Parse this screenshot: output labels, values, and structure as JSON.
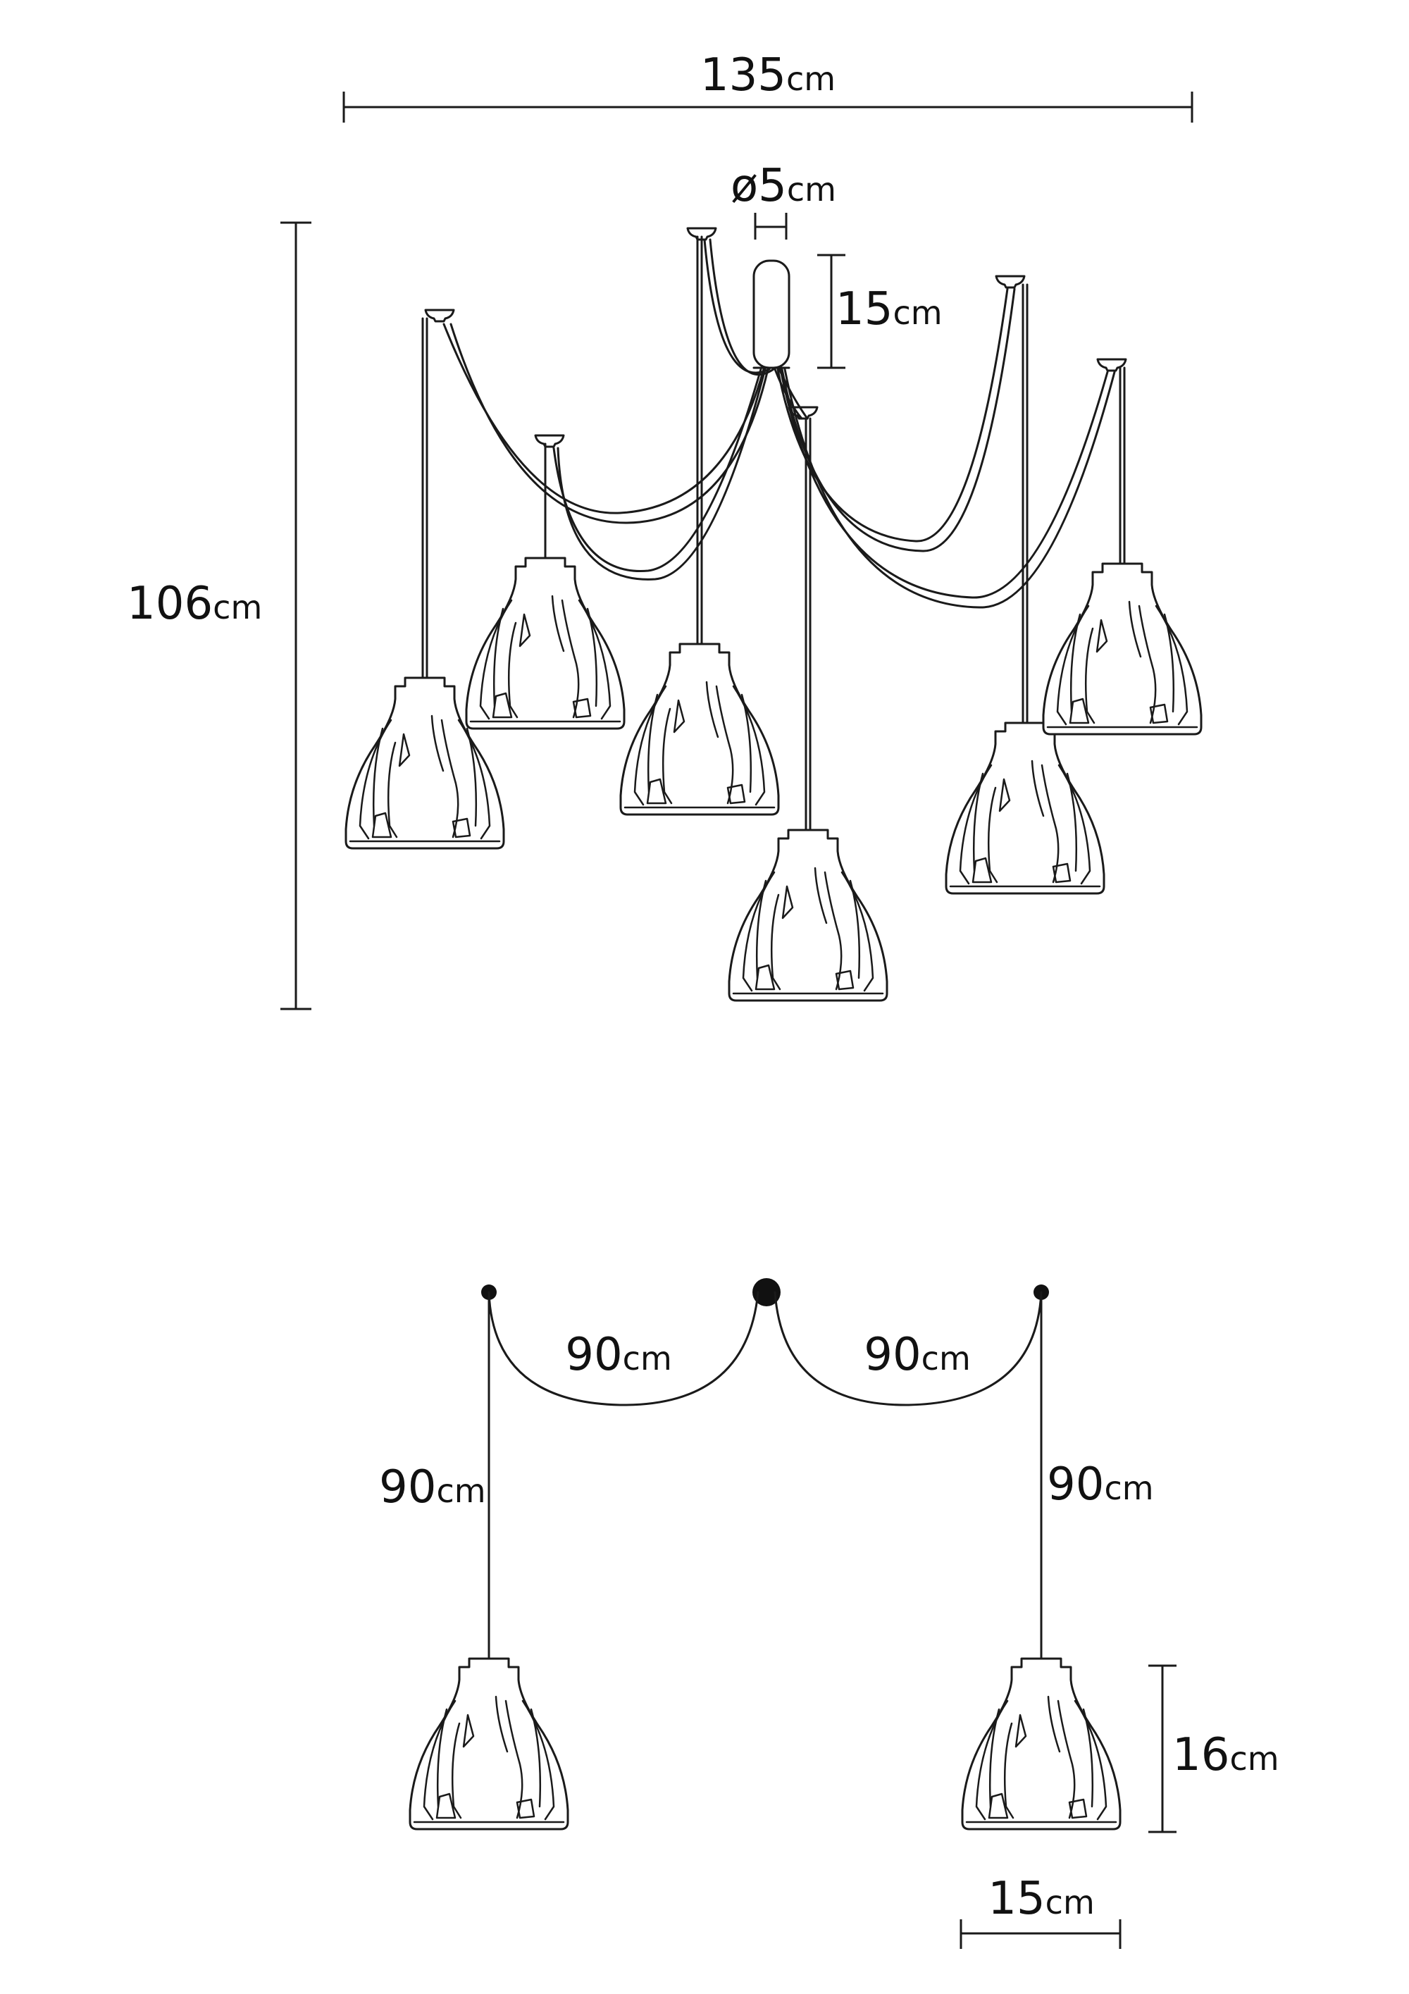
{
  "colors": {
    "line": "#1a1a1a",
    "background": "#ffffff"
  },
  "top_view": {
    "width_dim": {
      "value": "135",
      "unit": "cm"
    },
    "canopy_diameter_dim": {
      "value": "ø5",
      "unit": "cm"
    },
    "canopy_height_dim": {
      "value": "15",
      "unit": "cm"
    },
    "total_height_dim": {
      "value": "106",
      "unit": "cm"
    }
  },
  "bottom_view": {
    "left_swag_dim": {
      "value": "90",
      "unit": "cm"
    },
    "right_swag_dim": {
      "value": "90",
      "unit": "cm"
    },
    "left_drop_dim": {
      "value": "90",
      "unit": "cm"
    },
    "right_drop_dim": {
      "value": "90",
      "unit": "cm"
    },
    "shade_height_dim": {
      "value": "16",
      "unit": "cm"
    },
    "shade_width_dim": {
      "value": "15",
      "unit": "cm"
    }
  }
}
